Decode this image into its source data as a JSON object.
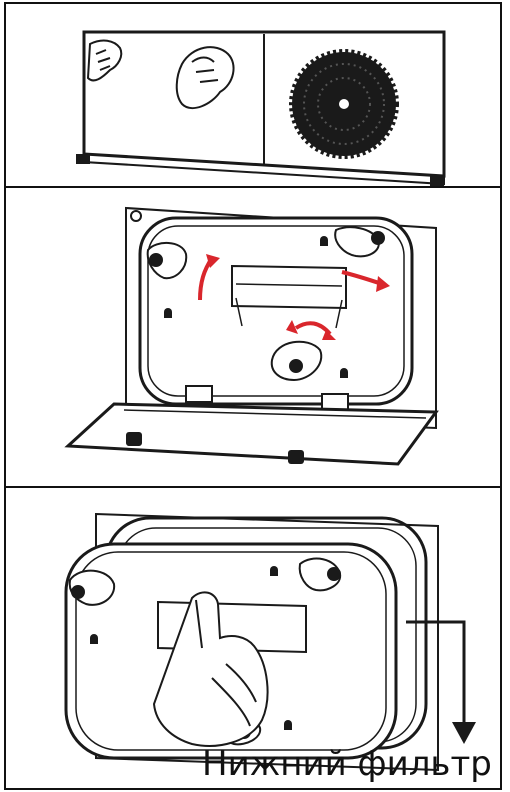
{
  "caption": "Нижний фильтр",
  "colors": {
    "line": "#1a1a1a",
    "arrow_red": "#d9262c",
    "background": "#ffffff"
  },
  "panels": [
    {
      "id": "step-1",
      "content": "front-panel-with-filter-mesh"
    },
    {
      "id": "step-2",
      "content": "open-unit-with-rotation-arrows"
    },
    {
      "id": "step-3",
      "content": "removing-bottom-filter"
    }
  ]
}
